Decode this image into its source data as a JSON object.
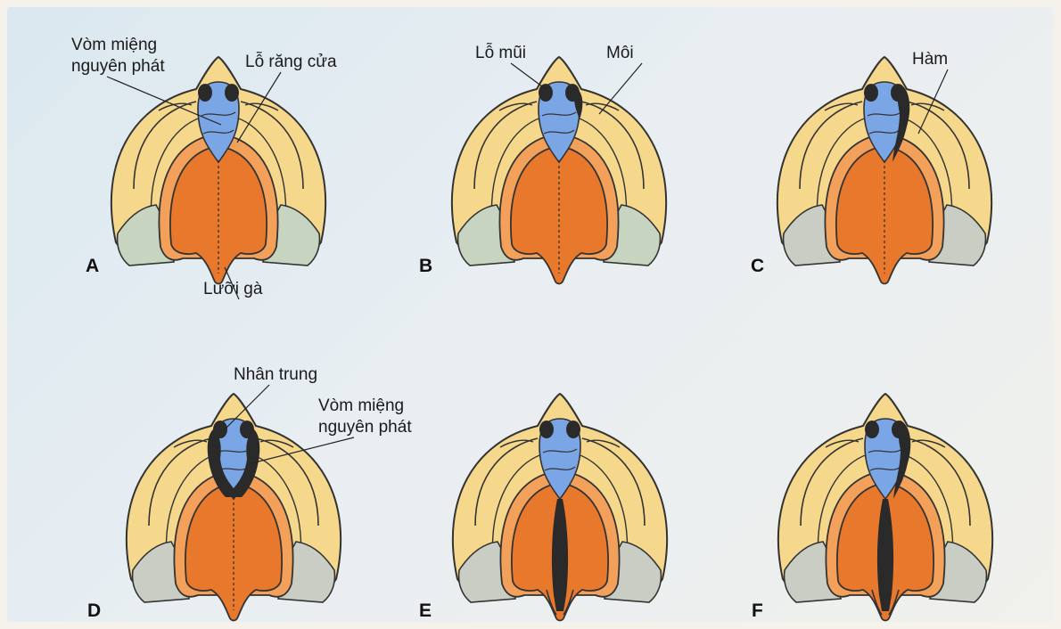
{
  "colors": {
    "outer_yellow": "#f6d88c",
    "outer_yellow_light": "#f9e6a8",
    "palate_orange": "#e8782c",
    "palate_rim": "#f3a05a",
    "primary_palate_blue": "#7aa6e6",
    "grey_flap": "#c9cdc4",
    "grey_green_flap": "#c7d4bf",
    "cleft_dark": "#2a2a2a",
    "outline": "#333333"
  },
  "panels": [
    {
      "letter": "A",
      "cleft": "none",
      "labels": [
        {
          "lines": [
            "Vòm miệng",
            "nguyên phát"
          ]
        },
        {
          "lines": [
            "Lỗ răng cửa"
          ]
        },
        {
          "lines": [
            "Lưỡi gà"
          ]
        }
      ]
    },
    {
      "letter": "B",
      "cleft": "lip-unilateral",
      "labels": [
        {
          "lines": [
            "Lỗ mũi"
          ]
        },
        {
          "lines": [
            "Môi"
          ]
        }
      ]
    },
    {
      "letter": "C",
      "cleft": "lip-and-primary-palate",
      "labels": [
        {
          "lines": [
            "Hàm"
          ]
        }
      ]
    },
    {
      "letter": "D",
      "cleft": "bilateral",
      "labels": [
        {
          "lines": [
            "Nhân trung"
          ]
        },
        {
          "lines": [
            "Vòm miệng",
            "nguyên phát"
          ]
        }
      ]
    },
    {
      "letter": "E",
      "cleft": "secondary-palate",
      "labels": []
    },
    {
      "letter": "F",
      "cleft": "complete-unilateral",
      "labels": []
    }
  ]
}
